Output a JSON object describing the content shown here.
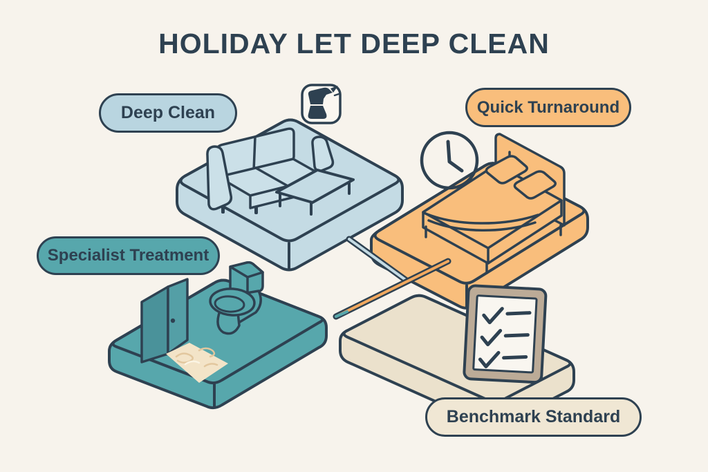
{
  "title": "HOLIDAY LET DEEP CLEAN",
  "labels": {
    "deep_clean": "Deep Clean",
    "quick_turnaround": "Quick Turnaround",
    "specialist_treatment": "Specialist Treatment",
    "benchmark_standard": "Benchmark Standard"
  },
  "icons": {
    "spray_bottle": "spray-bottle-icon",
    "clock": "clock-icon",
    "checklist": "checklist-clipboard",
    "sofa": "sofa-and-coffee-table",
    "bed": "double-bed",
    "toilet": "toilet-and-wall",
    "stain": "carpet-stain"
  },
  "colors": {
    "background": "#F7F3EC",
    "ink": "#2E4151",
    "blue_pill": "#B9D5E0",
    "blue_platform": "#C4DBE4",
    "sofa": "#CBE0E8",
    "orange": "#F9BE7C",
    "orange_connector": "#F2A95F",
    "teal": "#57A7AC",
    "teal_wall": "#549FA6",
    "teal_dark": "#4A929A",
    "cream_platform": "#EBE1CC",
    "cream_pill": "#F0E7D4",
    "clipboard_frame": "#BCAB97",
    "paper": "#F9F6F0",
    "stain": "#F3E4C8",
    "stain_line": "#E2C79E"
  }
}
